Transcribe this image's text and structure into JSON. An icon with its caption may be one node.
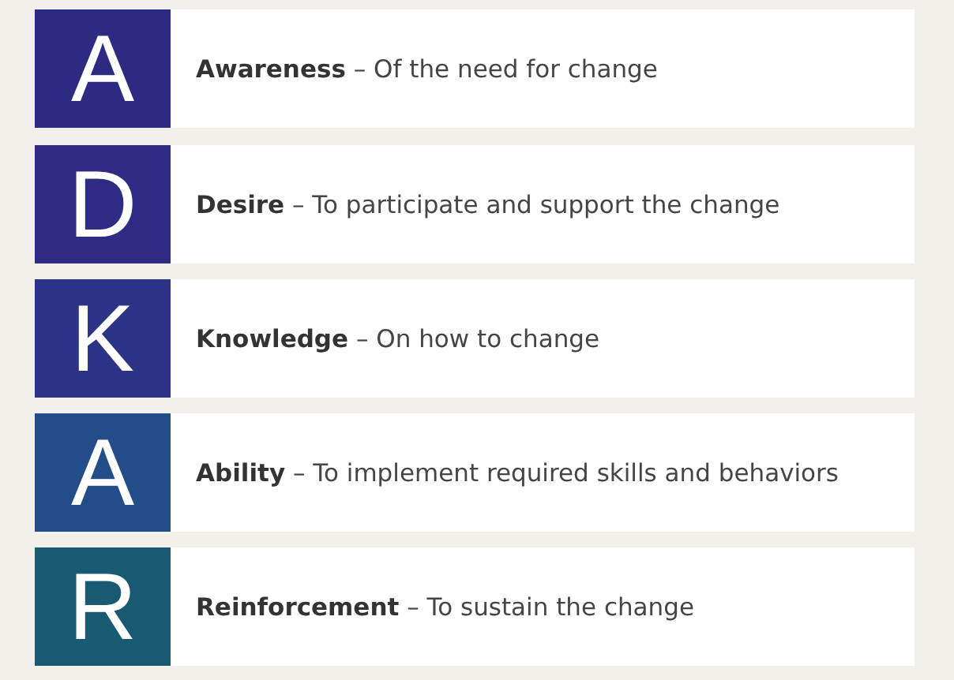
{
  "diagram": {
    "nodes": [
      {
        "text": [
          "A"
        ]
      },
      {
        "text": [
          "**Awareness** – Of the need for change"
        ]
      },
      {
        "text": [
          "D"
        ]
      },
      {
        "text": [
          "**Desire** – To participate and support the change"
        ]
      },
      {
        "text": [
          "K"
        ]
      },
      {
        "text": [
          "**Knowledge** – On how to change"
        ]
      },
      {
        "text": [
          "A"
        ]
      },
      {
        "text": [
          "**Ability** – To implement required skills and behaviors"
        ]
      },
      {
        "text": [
          "R"
        ]
      },
      {
        "text": [
          "**Reinforcement** – To sustain the change"
        ]
      }
    ],
    "edges": []
  }
}
